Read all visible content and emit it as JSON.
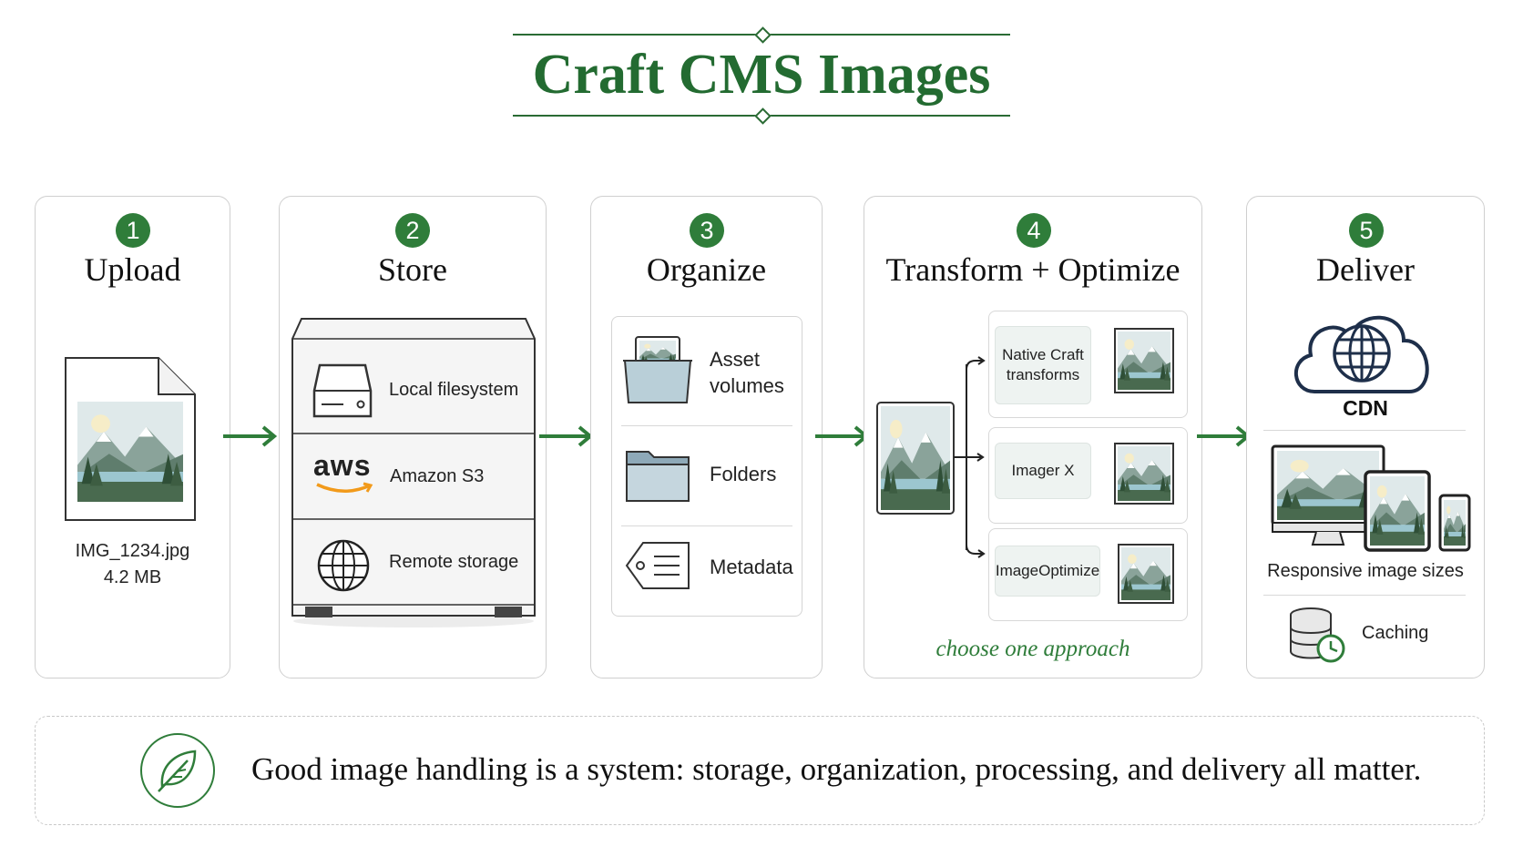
{
  "title": "Craft CMS Images",
  "steps": [
    {
      "number": "1",
      "title": "Upload"
    },
    {
      "number": "2",
      "title": "Store"
    },
    {
      "number": "3",
      "title": "Organize"
    },
    {
      "number": "4",
      "title": "Transform + Optimize"
    },
    {
      "number": "5",
      "title": "Deliver"
    }
  ],
  "upload": {
    "file_name": "IMG_1234.jpg",
    "file_size": "4.2 MB"
  },
  "store": {
    "rows": [
      {
        "icon": "hard-drive-icon",
        "label": "Local filesystem"
      },
      {
        "icon": "aws-logo",
        "logo_text": "aws",
        "label": "Amazon S3"
      },
      {
        "icon": "globe-icon",
        "label": "Remote storage"
      }
    ]
  },
  "organize": {
    "items": [
      {
        "icon": "asset-volume-icon",
        "label_line1": "Asset",
        "label_line2": "volumes"
      },
      {
        "icon": "folder-icon",
        "label": "Folders"
      },
      {
        "icon": "tag-icon",
        "label": "Metadata"
      }
    ]
  },
  "transform": {
    "options": [
      {
        "label_line1": "Native Craft",
        "label_line2": "transforms"
      },
      {
        "label": "Imager X"
      },
      {
        "label": "ImageOptimize"
      }
    ],
    "note": "choose one approach"
  },
  "deliver": {
    "cdn_label": "CDN",
    "responsive_label": "Responsive image sizes",
    "caching_label": "Caching"
  },
  "footer": {
    "text": "Good image handling is a system: storage, organization, processing, and delivery all matter."
  },
  "colors": {
    "accent": "#2f7d3a",
    "title": "#236b31",
    "aws_orange": "#f29a1a",
    "cloud_stroke": "#1e2f4a"
  }
}
